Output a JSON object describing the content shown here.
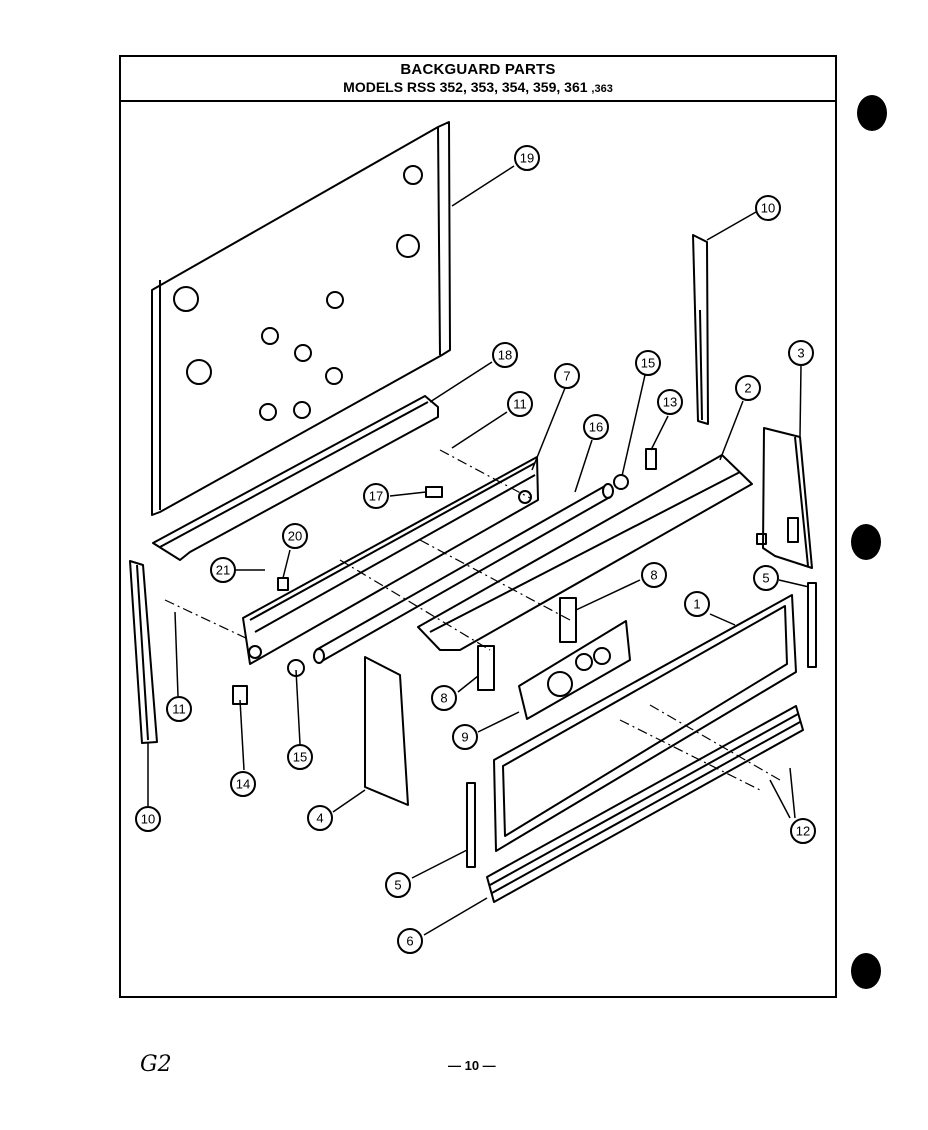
{
  "header": {
    "title": "BACKGUARD PARTS",
    "models": "MODELS RSS 352, 353, 354, 359,   361",
    "models_tail": ",363"
  },
  "callouts": [
    {
      "id": "c19",
      "label": "19"
    },
    {
      "id": "c10a",
      "label": "10"
    },
    {
      "id": "c18",
      "label": "18"
    },
    {
      "id": "c7",
      "label": "7"
    },
    {
      "id": "c15a",
      "label": "15"
    },
    {
      "id": "c3",
      "label": "3"
    },
    {
      "id": "c11a",
      "label": "11"
    },
    {
      "id": "c13",
      "label": "13"
    },
    {
      "id": "c2",
      "label": "2"
    },
    {
      "id": "c16",
      "label": "16"
    },
    {
      "id": "c17",
      "label": "17"
    },
    {
      "id": "c20",
      "label": "20"
    },
    {
      "id": "c21",
      "label": "21"
    },
    {
      "id": "c5a",
      "label": "5"
    },
    {
      "id": "c8a",
      "label": "8"
    },
    {
      "id": "c1",
      "label": "1"
    },
    {
      "id": "c8b",
      "label": "8"
    },
    {
      "id": "c11b",
      "label": "11"
    },
    {
      "id": "c9",
      "label": "9"
    },
    {
      "id": "c15b",
      "label": "15"
    },
    {
      "id": "c14",
      "label": "14"
    },
    {
      "id": "c4",
      "label": "4"
    },
    {
      "id": "c10b",
      "label": "10"
    },
    {
      "id": "c12",
      "label": "12"
    },
    {
      "id": "c5b",
      "label": "5"
    },
    {
      "id": "c6",
      "label": "6"
    }
  ],
  "footer": {
    "handwriting": "G2",
    "page_number": "— 10 —"
  }
}
